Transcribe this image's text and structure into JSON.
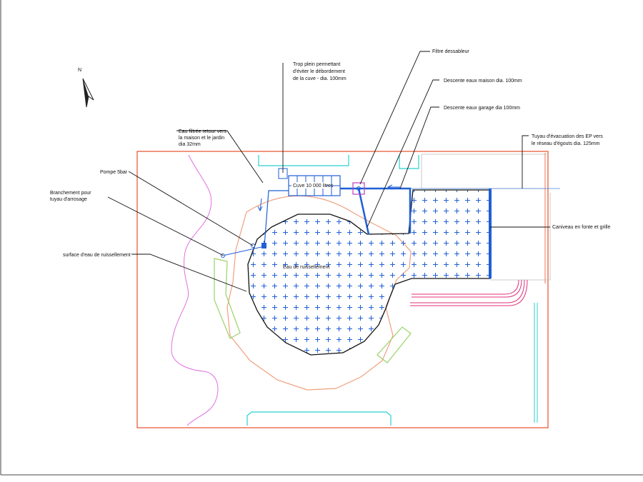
{
  "north": {
    "letter": "N"
  },
  "tank_label": "Cuve 10 000 litres",
  "runoff_label": "Eau de ruissellement",
  "labels": {
    "overflow": [
      "Trop plein permettant",
      "d'éviter le débordement",
      "de la cuve - dia. 100mm"
    ],
    "sand_filter": [
      "Filtre dessableur"
    ],
    "house_downpipe": [
      "Descente eaux maison dia. 100mm"
    ],
    "garage_downpipe": [
      "Descente eaux garage dia 100mm"
    ],
    "evacuation": [
      "Tuyau d'évacuation des EP vers",
      "le réseau d'égouts dia. 125mm"
    ],
    "filtered_return": [
      "Eau filtrée retour vers",
      "la maison et le jardin",
      "dia 32mm"
    ],
    "pump": [
      "Pompe 5bar"
    ],
    "hose_connection": [
      "Branchement pour",
      "tuyau d'arrosage"
    ],
    "runoff_surface": [
      "surface d'eau de ruissellement"
    ],
    "gutter": [
      "Caniveau en fonte et grille"
    ]
  },
  "colors": {
    "plot_border": "#e8502a",
    "pipe_blue": "#1f5fd6",
    "runoff_fill": "#1f5fd6",
    "path_orange": "#f0a080",
    "planter_green": "#9ad36a",
    "curb_cyan": "#2ad0d0",
    "curve_magenta": "#e070e0",
    "drive_pink": "#e0307a",
    "leader": "#111111",
    "filter_box": "#c040c0"
  }
}
